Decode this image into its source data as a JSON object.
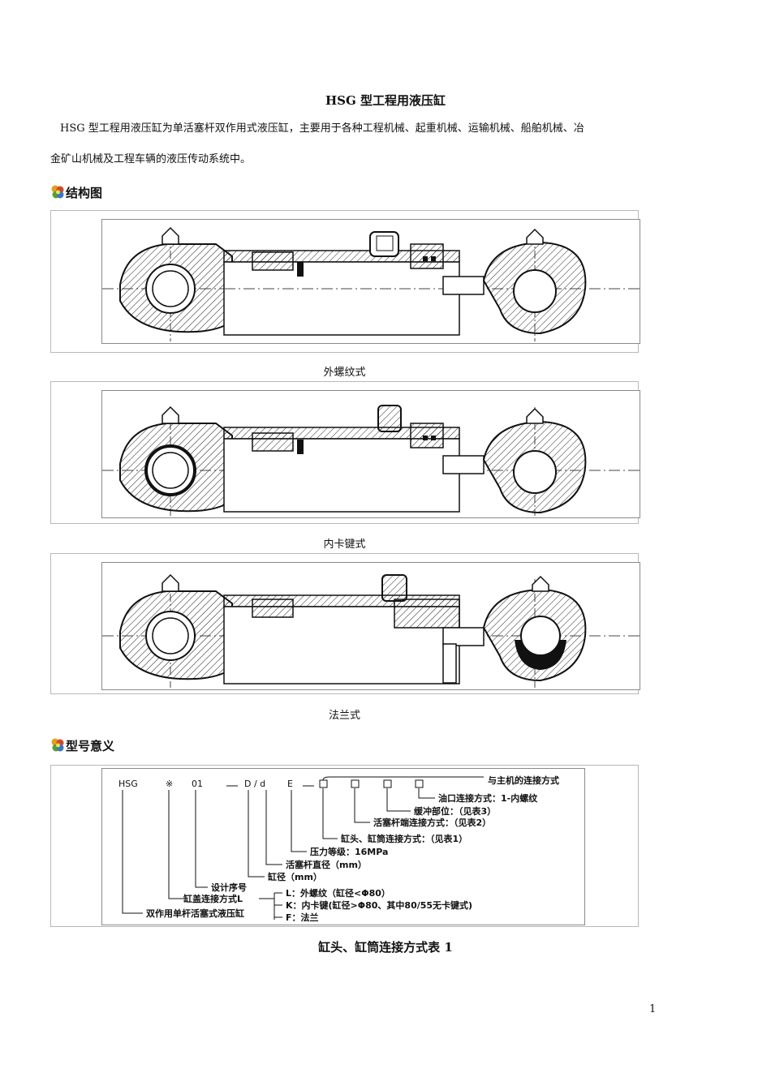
{
  "doc": {
    "title": "HSG 型工程用液压缸",
    "intro_line1": "HSG 型工程用液压缸为单活塞杆双作用式液压缸，主要用于各种工程机械、起重机械、运输机械、船舶机械、冶",
    "intro_line2": "金矿山机械及工程车辆的液压传动系统中。",
    "section_structure": "结构图",
    "section_model": "型号意义",
    "captions": [
      "外螺纹式",
      "内卡键式",
      "法兰式"
    ],
    "table_title": "缸头、缸筒连接方式表 1",
    "page_number": "1",
    "icon": "flower-bullet-icon"
  },
  "model_code": {
    "codes": [
      "HSG",
      "※",
      "01",
      "D / d",
      "E"
    ],
    "labels": {
      "connection_main": "与主机的连接方式",
      "oil_port": "油口连接方式：1-内螺纹",
      "buffer": "缓冲部位：（见表3）",
      "rod_end": "活塞杆端连接方式：（见表2）",
      "head_tube": "缸头、缸筒连接方式：（见表1）",
      "pressure": "压力等级：16MPa",
      "rod_dia": "活塞杆直径（mm）",
      "bore": "缸径（mm）",
      "design_seq": "设计序号",
      "cap_conn": "缸盖连接方式L",
      "cap_L": "L：外螺纹（缸径<Φ80）",
      "cap_K": "K：内卡键(缸径>Φ80、其中80/55无卡键式)",
      "cap_F": "F：法兰",
      "type_name": "双作用单杆活塞式液压缸"
    }
  }
}
